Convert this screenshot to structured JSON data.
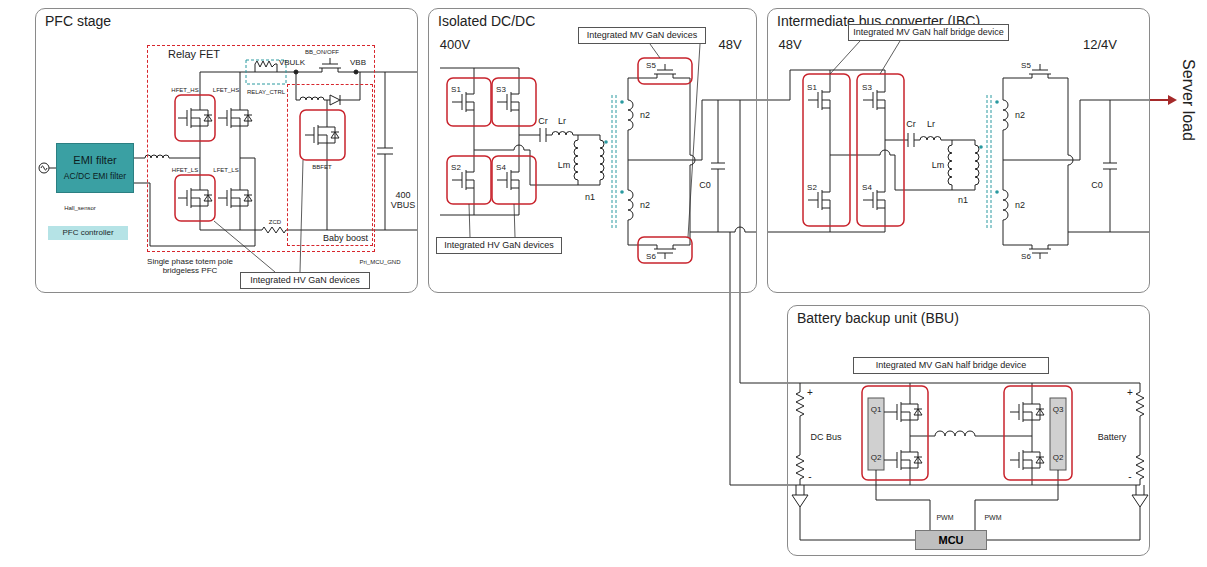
{
  "diagram": {
    "nodes": [
      {
        "text": [
          "PFC stage"
        ]
      },
      {
        "text": [
          "EMI filter",
          "AC/DC EMI filter"
        ],
        "in": 0
      },
      {
        "text": [
          "PFC controller"
        ],
        "in": 0
      },
      {
        "text": [
          "Relay FET"
        ],
        "in": 0
      },
      {
        "text": [
          "Baby boost"
        ],
        "in": 3
      },
      {
        "text": [
          "Integrated HV GaN devices"
        ],
        "in": 0
      },
      {
        "text": [
          "Isolated DC/DC"
        ]
      },
      {
        "text": [
          "Integrated MV GaN devices"
        ],
        "in": 6
      },
      {
        "text": [
          "Integrated HV GaN devices"
        ],
        "in": 6
      },
      {
        "text": [
          "Intermediate bus converter (IBC)"
        ]
      },
      {
        "text": [
          "Integrated MV GaN half bridge device"
        ],
        "in": 9
      },
      {
        "text": [
          "Battery backup unit (BBU)"
        ]
      },
      {
        "text": [
          "Integrated MV GaN half bridge device"
        ],
        "in": 11
      },
      {
        "text": [
          "MCU"
        ],
        "in": 11
      }
    ],
    "edges": [
      {
        "from": 6,
        "to": 9,
        "arrow": "none"
      },
      {
        "from": 6,
        "to": 11,
        "arrow": "none"
      }
    ],
    "labels": [
      "VBULK",
      "BB_ON/OFF",
      "VBB",
      "RELAY_CTRL",
      "400 VBUS",
      "Hall_sensor",
      "HFET_HS",
      "LFET_HS",
      "HFET_LS",
      "LFET_LS",
      "BBFET",
      "ZCD",
      "Single phase totem pole bridgeless PFC",
      "Pri_MCU_GND",
      "400V",
      "S1",
      "S3",
      "S2",
      "S4",
      "Cr",
      "Lr",
      "Lm",
      "n1",
      "n2",
      "n2",
      "S5",
      "S6",
      "48V",
      "C0",
      "48V",
      "S1",
      "S3",
      "S2",
      "S4",
      "Cr",
      "Lr",
      "Lm",
      "n1",
      "n2",
      "n2",
      "S5",
      "S6",
      "12/4V",
      "C0",
      "Server load",
      "DC Bus",
      "Battery",
      "Q1",
      "Q2",
      "Q3",
      "Q2",
      "PWM",
      "PWM",
      "+",
      "-",
      "+",
      "-"
    ]
  }
}
